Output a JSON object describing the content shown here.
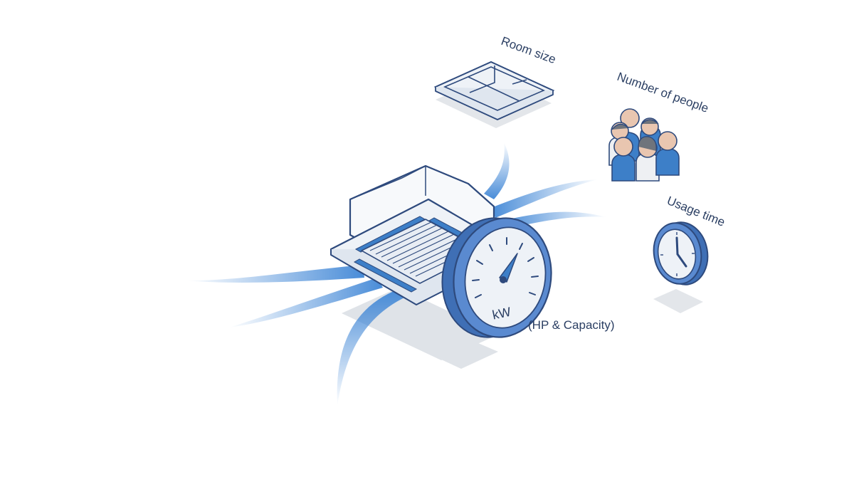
{
  "labels": {
    "room_size": "Room size",
    "number_of_people": "Number of people",
    "usage_time": "Usage time",
    "hp_capacity": "(HP & Capacity)",
    "gauge_unit": "kW"
  },
  "icons": {
    "room": "floor-plan-icon",
    "people": "people-group-icon",
    "time": "wall-clock-icon",
    "unit": "ceiling-cassette-ac-icon",
    "gauge": "power-gauge-icon"
  },
  "colors": {
    "outline": "#2e4a7d",
    "accent_blue": "#3d7fc8",
    "gauge_rim": "#3f6fb5",
    "face_light": "#eef2f7",
    "shadow": "#dfe3e8",
    "airflow": "#4a90d9"
  }
}
